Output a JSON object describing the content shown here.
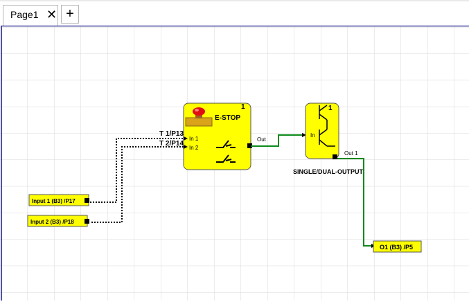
{
  "tabs": [
    {
      "label": "Page1",
      "close": "✕"
    }
  ],
  "add_tab_label": "+",
  "blocks": {
    "estop": {
      "title": "E-STOP",
      "number": "1",
      "in1": "In 1",
      "in2": "In 2",
      "out": "Out",
      "wire1_label": "T 1/P13",
      "wire2_label": "T 2/P14"
    },
    "output": {
      "title": "SINGLE/DUAL-OUTPUT",
      "number": "1",
      "in": "In",
      "out": "Out 1"
    },
    "inputs": [
      {
        "label": "Input 1 (B3) /P17"
      },
      {
        "label": "Input 2 (B3) /P18"
      }
    ],
    "output_terminal": {
      "label": "O1 (B3)  /P5"
    }
  },
  "colors": {
    "block_fill": "#ffff00",
    "wire_green": "#0a8a1a",
    "grid": "#d8d8d8",
    "canvas_border": "#1c1c8c"
  }
}
